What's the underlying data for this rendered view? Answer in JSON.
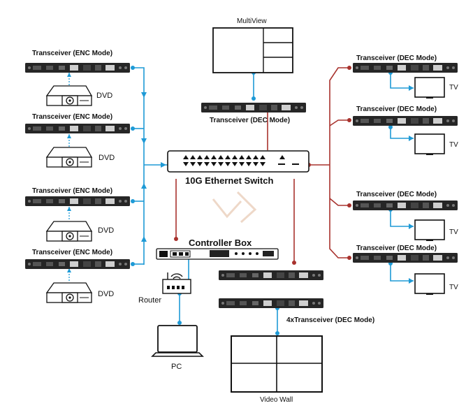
{
  "labels": {
    "tx_enc": "Transceiver (ENC Mode)",
    "tx_dec": "Transceiver (DEC Mode)",
    "dvd": "DVD",
    "tv": "TV",
    "multiview": "MultiView",
    "switch": "10G Ethernet Switch",
    "controller": "Controller Box",
    "router": "Router",
    "pc": "PC",
    "fourx": "4xTransceiver (DEC Mode)",
    "videowall": "Video Wall"
  },
  "colors": {
    "blue_link": "#1E9AD6",
    "red_link": "#A8322D",
    "device": "#2a2a2a"
  },
  "icons": [
    "transceiver-device",
    "dvd-player-icon",
    "tv-icon",
    "switch-icon",
    "controller-box-icon",
    "router-icon",
    "laptop-icon",
    "monitor-icon",
    "video-wall-icon"
  ]
}
